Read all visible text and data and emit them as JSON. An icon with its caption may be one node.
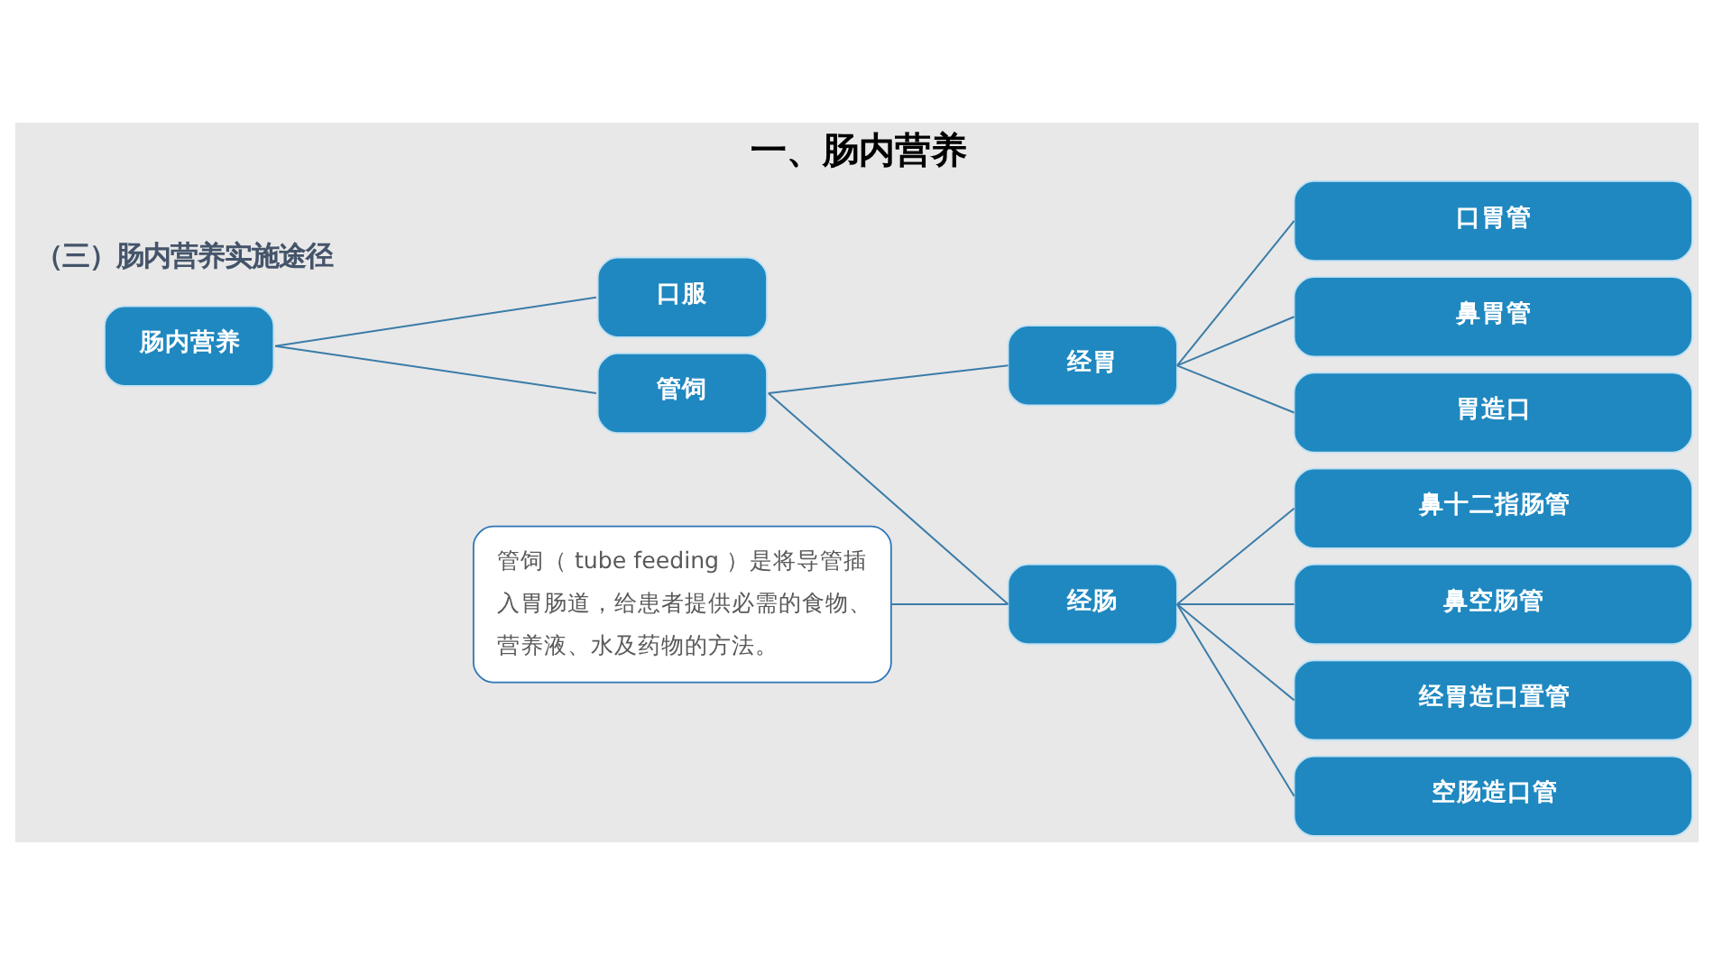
{
  "diagram": {
    "title": "一、肠内营养",
    "nodes": [
      {
        "text": [
          "肠内营养"
        ]
      },
      {
        "text": [
          "口服"
        ]
      },
      {
        "text": [
          "管饲"
        ]
      },
      {
        "text": [
          "经胃"
        ]
      },
      {
        "text": [
          "经肠"
        ]
      },
      {
        "text": [
          "口胃管"
        ]
      },
      {
        "text": [
          "鼻胃管"
        ]
      },
      {
        "text": [
          "胃造口"
        ]
      },
      {
        "text": [
          "鼻十二指肠管"
        ]
      },
      {
        "text": [
          "鼻空肠管"
        ]
      },
      {
        "text": [
          "经胃造口置管"
        ]
      },
      {
        "text": [
          "空肠造口管"
        ]
      },
      {
        "text": [
          "管饲（ tube feeding ）是将导管插入胃肠道，给患者提供必需的食物、营养液、水及药物的方法。"
        ]
      }
    ],
    "edges": [
      {
        "from": 0,
        "to": 1,
        "arrow": "none"
      },
      {
        "from": 0,
        "to": 2,
        "arrow": "none"
      },
      {
        "from": 2,
        "to": 3,
        "arrow": "none"
      },
      {
        "from": 2,
        "to": 4,
        "arrow": "none"
      },
      {
        "from": 3,
        "to": 5,
        "arrow": "none"
      },
      {
        "from": 3,
        "to": 6,
        "arrow": "none"
      },
      {
        "from": 3,
        "to": 7,
        "arrow": "none"
      },
      {
        "from": 4,
        "to": 8,
        "arrow": "none"
      },
      {
        "from": 4,
        "to": 9,
        "arrow": "none"
      },
      {
        "from": 4,
        "to": 10,
        "arrow": "none"
      },
      {
        "from": 4,
        "to": 11,
        "arrow": "none"
      },
      {
        "from": 12,
        "to": 4,
        "arrow": "none"
      }
    ],
    "labels": [
      "（三）肠内营养实施途径"
    ]
  }
}
